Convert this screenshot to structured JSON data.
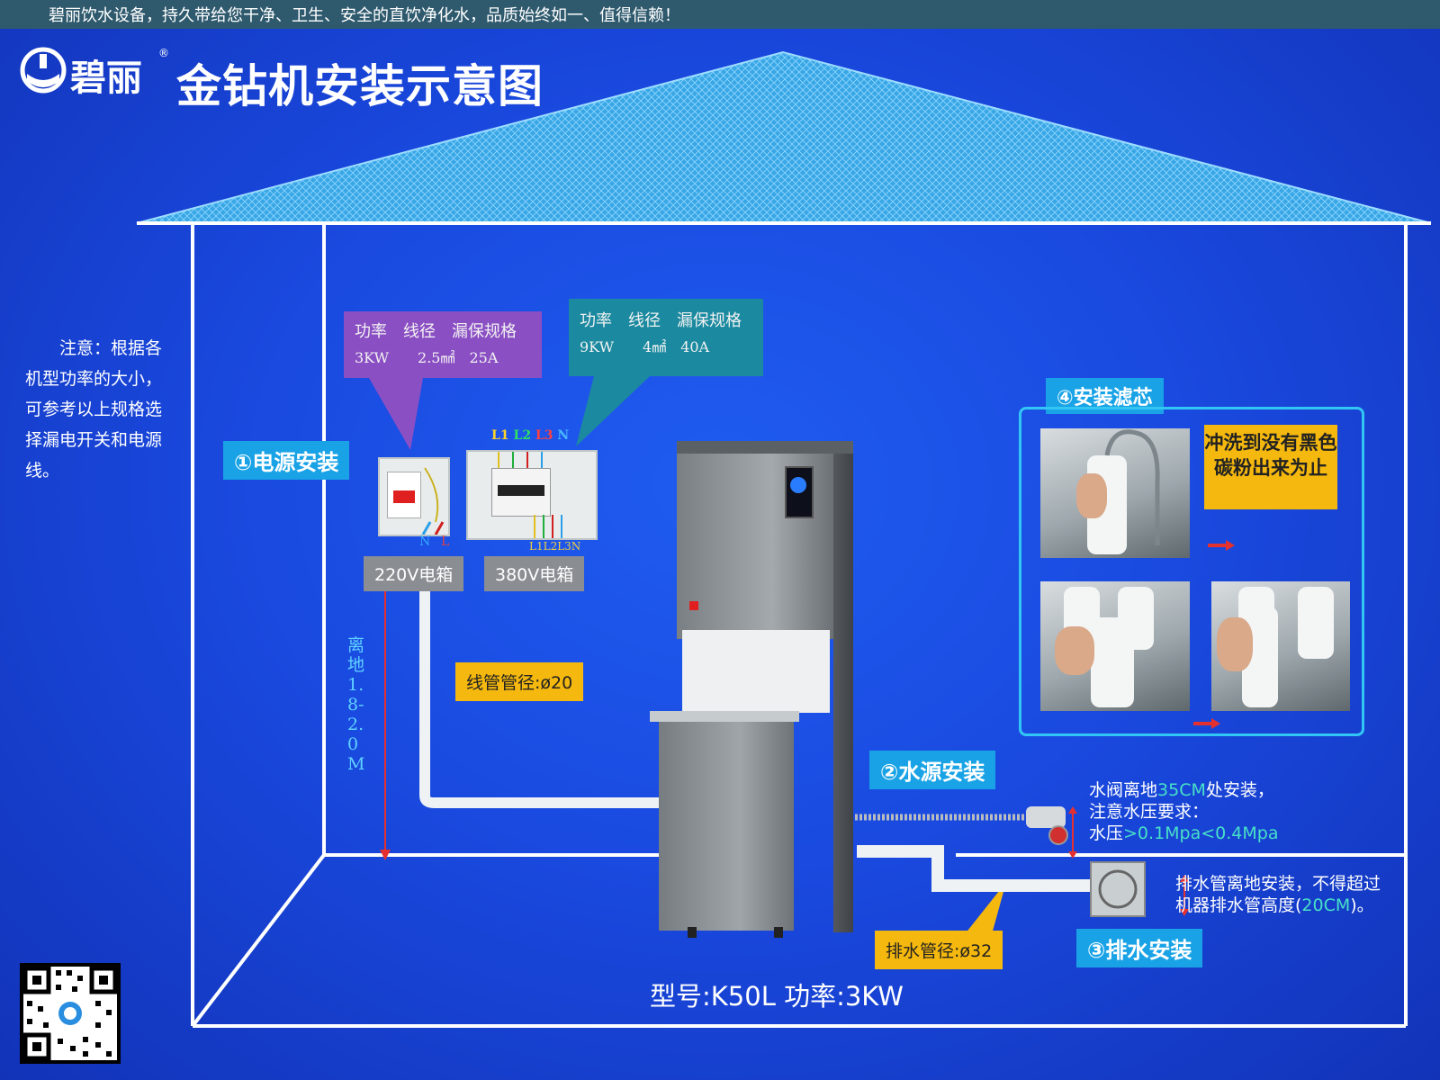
{
  "banner": "碧丽饮水设备，持久带给您干净、卫生、安全的直饮净化水，品质始终如一、值得信赖！",
  "brand": {
    "name": "碧丽",
    "mark": "®"
  },
  "title": "金钻机安装示意图",
  "note": "注意：根据各机型功率的大小，可参考以上规格选择漏电开关和电源线。",
  "steps": {
    "power": "①电源安装",
    "water": "②水源安装",
    "drain": "③排水安装",
    "filter": "④安装滤芯"
  },
  "spec_220": {
    "header": "功率　线径　漏保规格",
    "values": "3KW　　2.5㎟　25A"
  },
  "spec_380": {
    "header": "功率　线径　漏保规格",
    "values": "9KW　　4㎟　40A"
  },
  "box_labels": {
    "box_220": "220V电箱",
    "box_380": "380V电箱"
  },
  "wire_labels": {
    "top": [
      "L1",
      "L2",
      "L3",
      "N"
    ],
    "bottom": "L1L2L3N",
    "box220_n": "N",
    "box220_l": "L"
  },
  "height_label": "离地1.8-2.0M",
  "conduit": "线管管径:ø20",
  "drain_pipe": "排水管径:ø32",
  "water_note": {
    "line1_pre": "水阀离地",
    "line1_hl": "35CM",
    "line1_post": "处安装，",
    "line2": "注意水压要求：",
    "line3_pre": "水压",
    "line3_hl": ">0.1Mpa<0.4Mpa"
  },
  "drain_note": {
    "line1": "排水管离地安装，不得超过",
    "line2_pre": "机器排水管高度(",
    "line2_hl": "20CM",
    "line2_post": ")。"
  },
  "filter_warning": "冲洗到没有黑色碳粉出来为止",
  "model": "型号:K50L 功率:3KW",
  "colors": {
    "accent_tag": "#19a3e6",
    "yellow_box": "#f5b80e",
    "purple_box": "#8b4fc4",
    "teal_box": "#1b8aa0",
    "highlight": "#47e0c8"
  }
}
